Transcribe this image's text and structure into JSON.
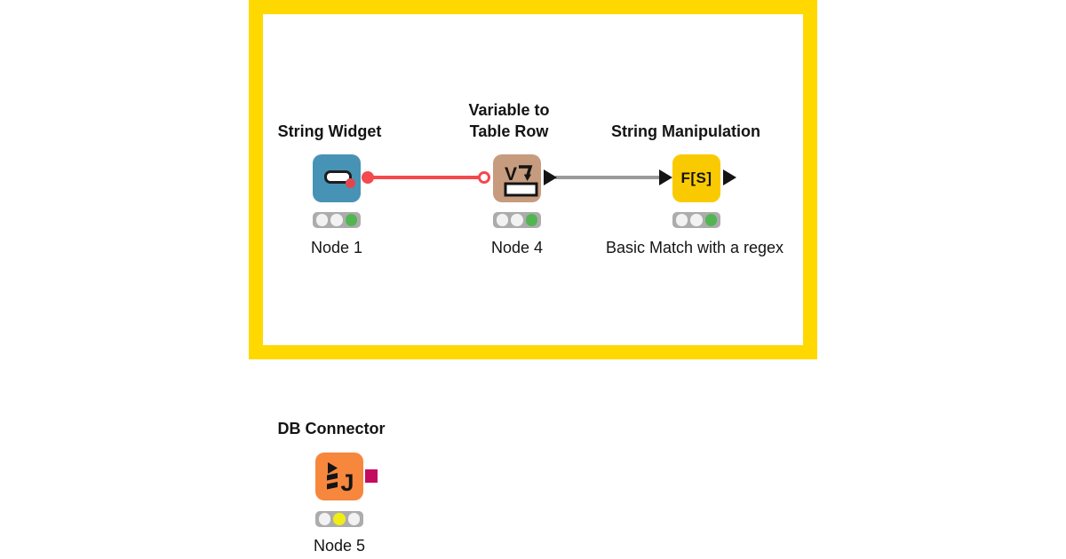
{
  "workflow": {
    "annotation": {
      "description": "yellow-bordered workflow annotation frame"
    },
    "nodes": [
      {
        "name": "String Widget",
        "title_line1": "String Widget",
        "title_line2": "",
        "label": "Node 1",
        "status": "executed",
        "lights": [
          "off",
          "off",
          "green"
        ],
        "color": "#4793B5"
      },
      {
        "name": "Variable to Table Row",
        "title_line1": "Variable to",
        "title_line2": "Table Row",
        "label": "Node 4",
        "status": "executed",
        "lights": [
          "off",
          "off",
          "green"
        ],
        "color": "#C79B7E",
        "icon_letter": "V"
      },
      {
        "name": "String Manipulation",
        "title_line1": "String Manipulation",
        "title_line2": "",
        "label": "Basic Match with a regex",
        "status": "executed",
        "lights": [
          "off",
          "off",
          "green"
        ],
        "color": "#FACA00",
        "icon_text": "F[S]"
      },
      {
        "name": "DB Connector",
        "title_line1": "DB Connector",
        "title_line2": "",
        "label": "Node 5",
        "status": "configured",
        "lights": [
          "off",
          "yellow",
          "off"
        ],
        "color": "#F6873D",
        "icon_letter": "J"
      }
    ],
    "connections": [
      {
        "from": "Node 1",
        "to": "Node 4",
        "type": "flow-variable"
      },
      {
        "from": "Node 4",
        "to": "Basic Match with a regex",
        "type": "data"
      }
    ]
  },
  "colors": {
    "frame_yellow": "#FFD800",
    "port_red": "#F4494D",
    "wire_gray": "#9A9A9A",
    "status_bg": "#ACACAC",
    "light_off": "#F2F2F2",
    "light_green": "#53B552",
    "light_yellow": "#F0EC16",
    "port_magenta": "#C30B5F",
    "port_black": "#141414",
    "text": "#141414"
  }
}
